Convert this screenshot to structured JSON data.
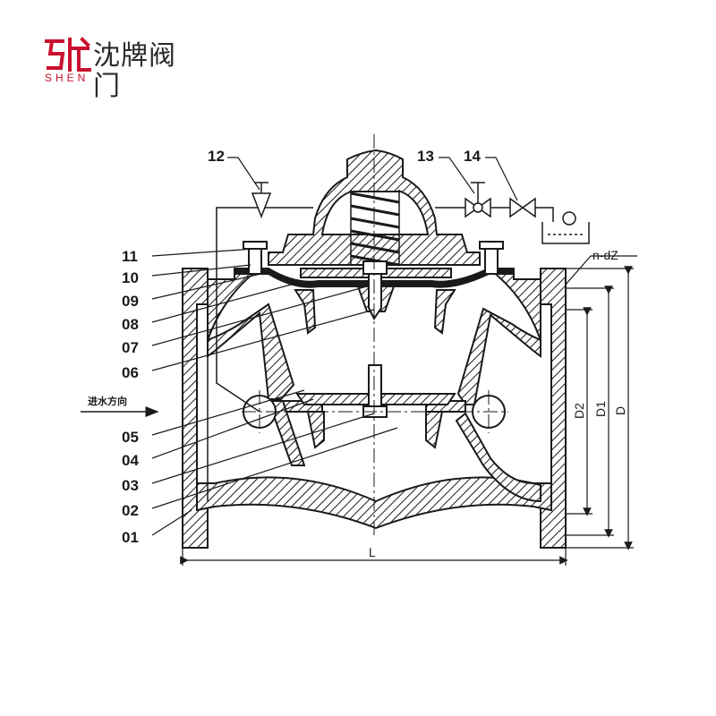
{
  "brand": {
    "name_cn": "沈牌阀门",
    "name_en": "SHEN",
    "accent_color": "#c8102e"
  },
  "diagram": {
    "part_labels": [
      "12",
      "13",
      "14",
      "11",
      "10",
      "09",
      "08",
      "07",
      "06",
      "05",
      "04",
      "03",
      "02",
      "01"
    ],
    "flow_label": "进水方向",
    "dimensions": {
      "bolt_spec": "n-dZ",
      "length": "L",
      "d2": "D2",
      "d1": "D1",
      "d": "D"
    },
    "hatch_color": "#1a1a1a"
  }
}
